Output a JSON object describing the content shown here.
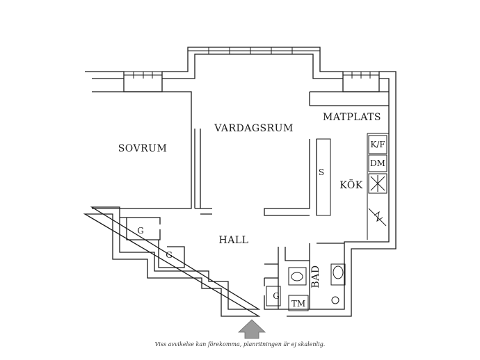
{
  "rooms": {
    "sovrum": "SOVRUM",
    "vardagsrum": "VARDAGSRUM",
    "matplats": "MATPLATS",
    "kok": "KÖK",
    "hall": "HALL",
    "bad": "BAD"
  },
  "fixtures": {
    "wardrobe_1": "G",
    "wardrobe_2": "G",
    "wardrobe_3": "G",
    "storage": "S",
    "fridge_freezer": "K/F",
    "dishwasher": "DM",
    "washing_machine": "TM"
  },
  "icons": {
    "entrance": "entrance-arrow-icon"
  },
  "footer": {
    "disclaimer": "Viss avvikelse kan förekomma, planritningen är ej skalenlig."
  }
}
